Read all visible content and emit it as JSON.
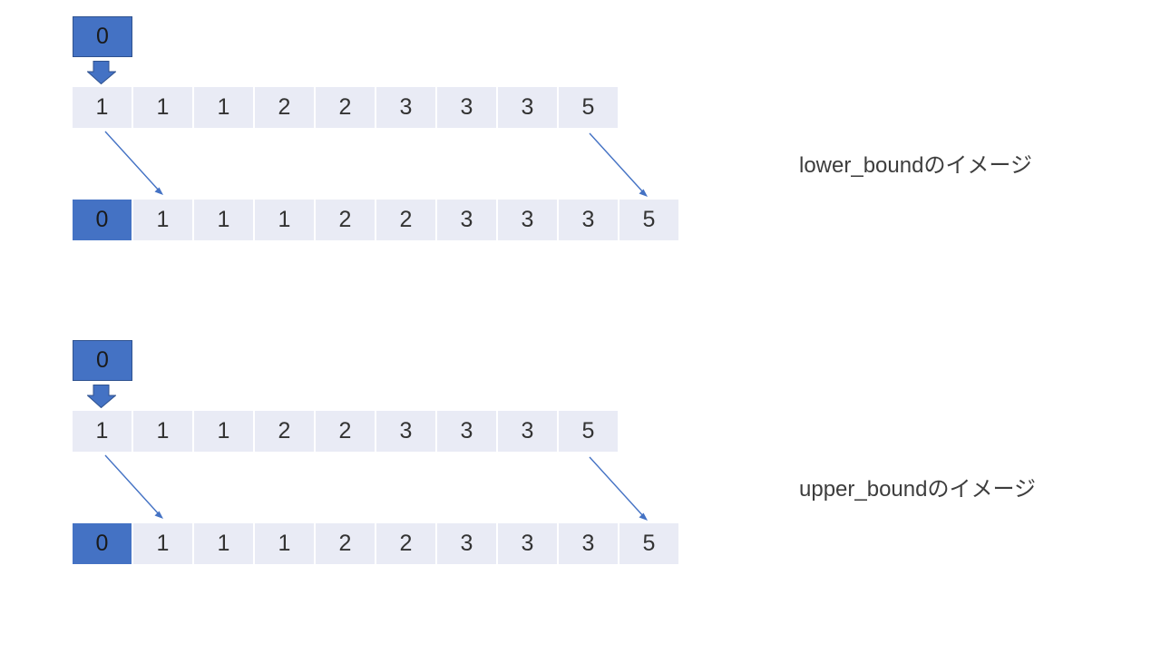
{
  "slide": {
    "background": "#FFFFFF"
  },
  "colors": {
    "accent_blue": "#4472C4",
    "accent_blue_border": "#2F528F",
    "cell_background": "#E9EBF5",
    "number_text": "#333333",
    "on_blue_text": "#1A1A1A",
    "connector_blue": "#4472C4",
    "label_text": "#3D3D3D"
  },
  "icons": {
    "down_arrow": "block-down-arrow",
    "connector": "diagonal-arrow"
  },
  "sections": [
    {
      "label": "lower_boundのイメージ",
      "pointer_value": "0",
      "source_row": [
        "1",
        "1",
        "1",
        "2",
        "2",
        "3",
        "3",
        "3",
        "5"
      ],
      "result_row": [
        "0",
        "1",
        "1",
        "1",
        "2",
        "2",
        "3",
        "3",
        "3",
        "5"
      ],
      "result_highlight_index": 0
    },
    {
      "label": "upper_boundのイメージ",
      "pointer_value": "0",
      "source_row": [
        "1",
        "1",
        "1",
        "2",
        "2",
        "3",
        "3",
        "3",
        "5"
      ],
      "result_row": [
        "0",
        "1",
        "1",
        "1",
        "2",
        "2",
        "3",
        "3",
        "3",
        "5"
      ],
      "result_highlight_index": 0
    }
  ]
}
